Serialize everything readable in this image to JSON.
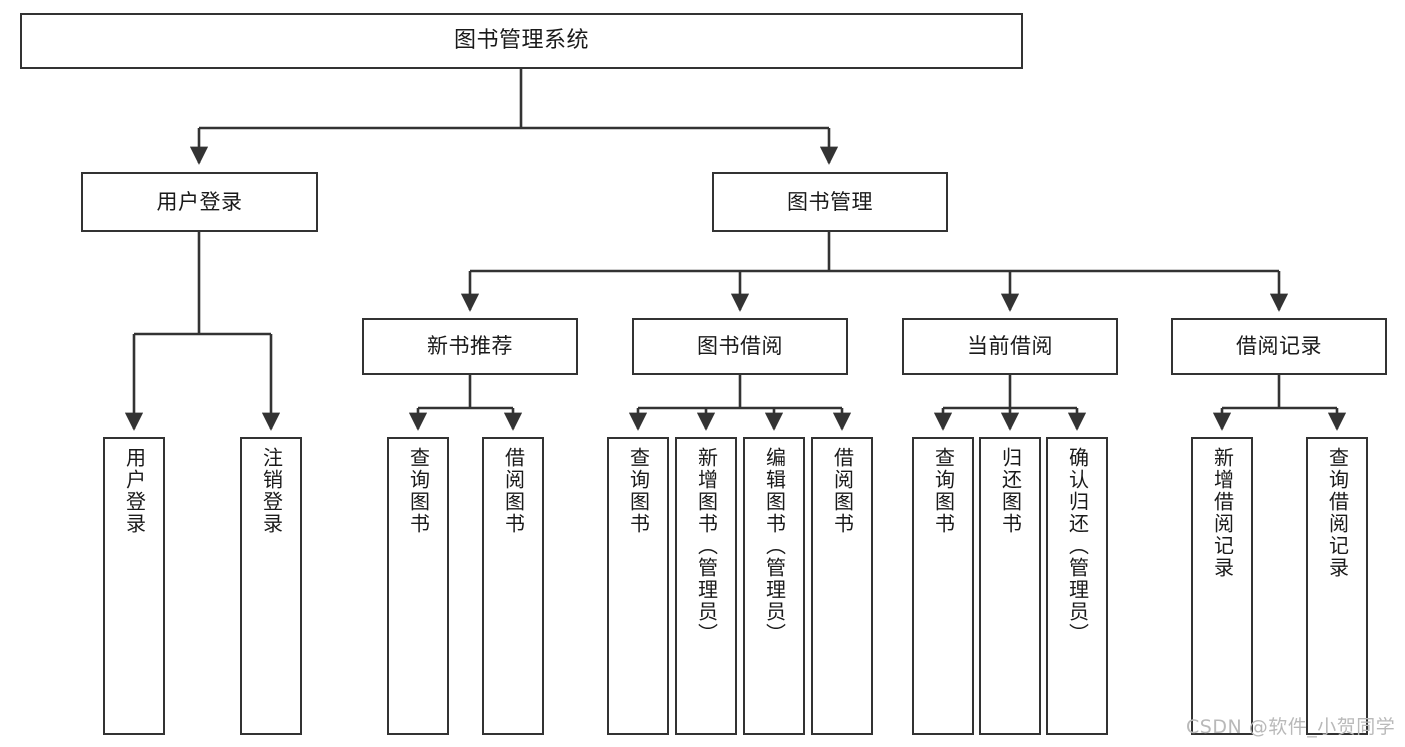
{
  "diagram": {
    "title": "图书管理系统",
    "type": "tree",
    "colors": {
      "stroke": "#333333",
      "fill": "#ffffff",
      "text": "#1a1a1a",
      "watermark": "#b9b9b9"
    },
    "root": {
      "label": "图书管理系统"
    },
    "level2": [
      {
        "label": "用户登录"
      },
      {
        "label": "图书管理"
      }
    ],
    "level3": [
      {
        "label": "新书推荐"
      },
      {
        "label": "图书借阅"
      },
      {
        "label": "当前借阅"
      },
      {
        "label": "借阅记录"
      }
    ],
    "leaves": {
      "user_login": [
        {
          "label": "用户登录"
        },
        {
          "label": "注销登录"
        }
      ],
      "new_book_recommend": [
        {
          "label": "查询图书"
        },
        {
          "label": "借阅图书"
        }
      ],
      "book_borrow": [
        {
          "label": "查询图书"
        },
        {
          "label": "新增图书（管理员）"
        },
        {
          "label": "编辑图书（管理员）"
        },
        {
          "label": "借阅图书"
        }
      ],
      "current_borrow": [
        {
          "label": "查询图书"
        },
        {
          "label": "归还图书"
        },
        {
          "label": "确认归还（管理员）"
        }
      ],
      "borrow_record": [
        {
          "label": "新增借阅记录"
        },
        {
          "label": "查询借阅记录"
        }
      ]
    }
  },
  "watermark": {
    "text": "CSDN @软件_小贺同学"
  }
}
